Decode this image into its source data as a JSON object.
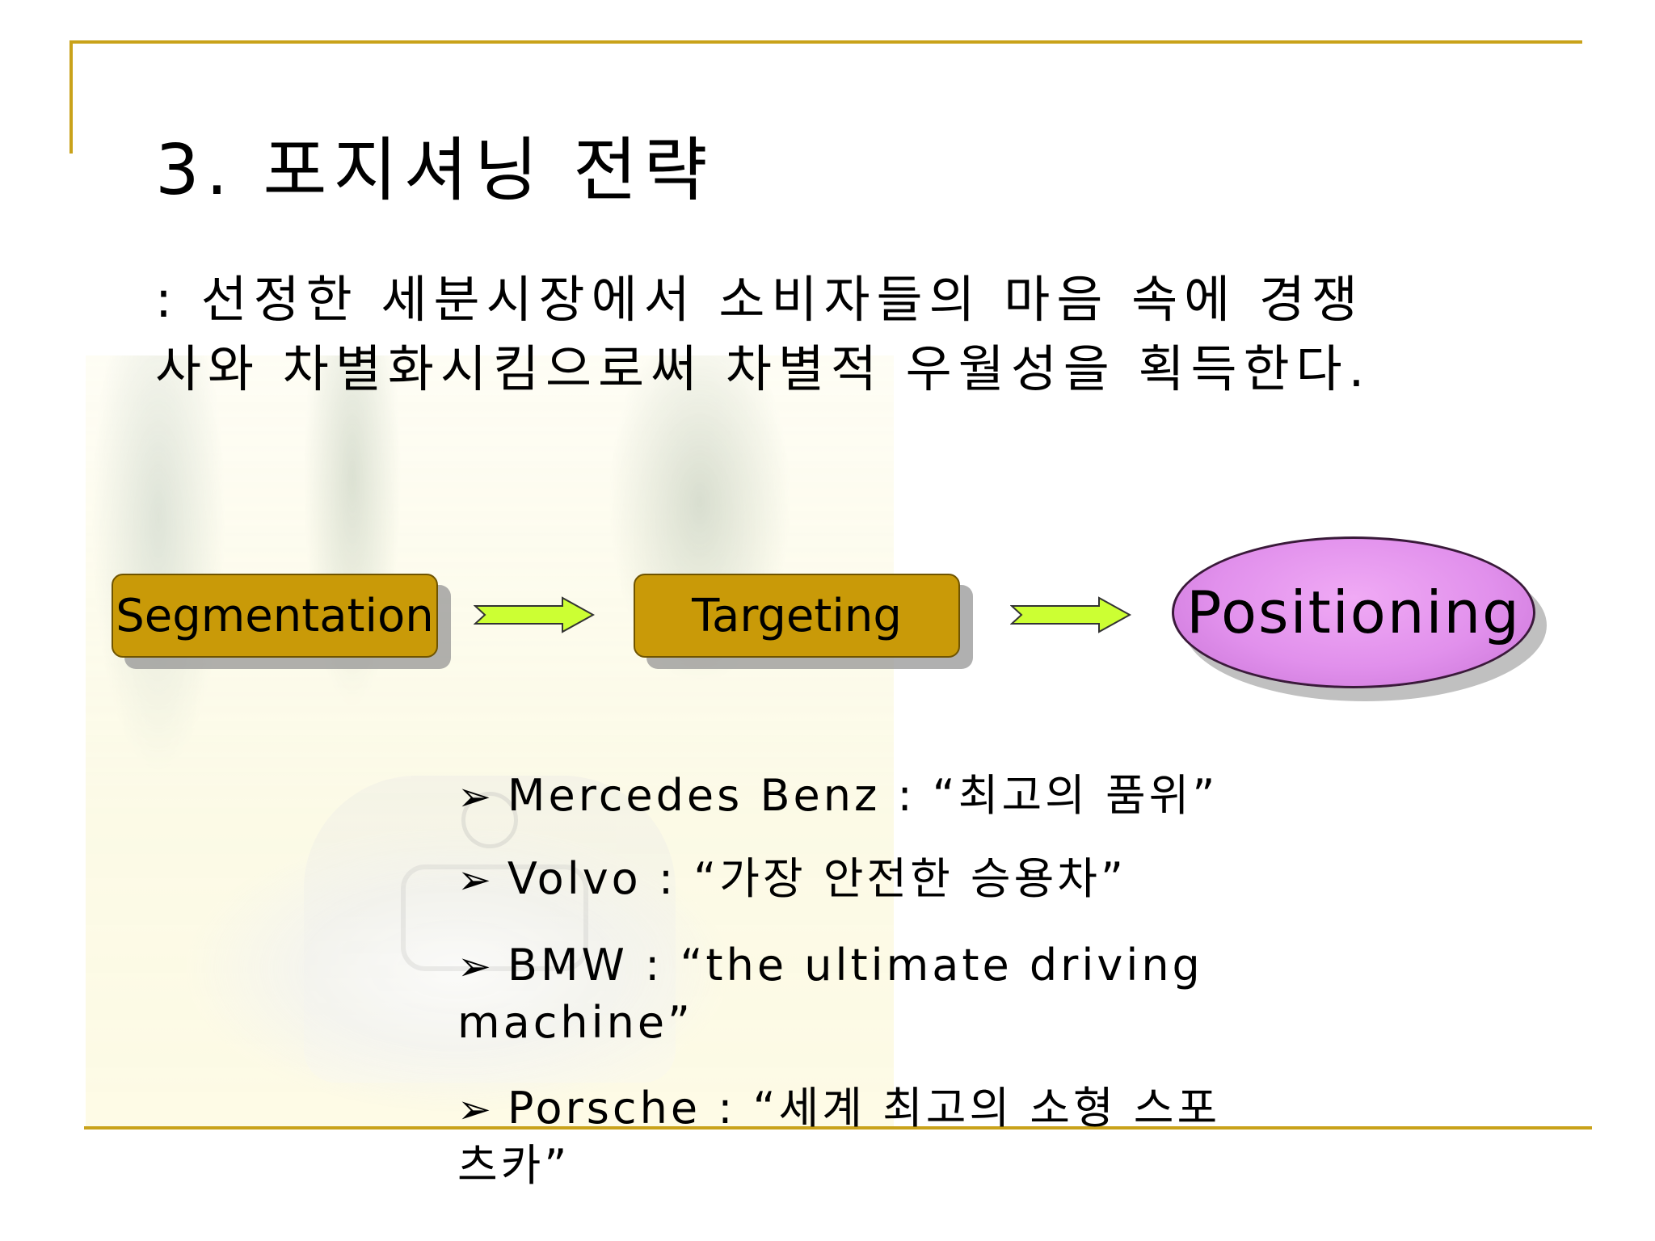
{
  "slide": {
    "title": "3.  포지셔닝 전략",
    "subtitle": ": 선정한 세분시장에서 소비자들의 마음 속에 경쟁\n사와 차별화시킴으로써 차별적 우월성을 획득한다.",
    "flow": {
      "step1": "Segmentation",
      "step2": "Targeting",
      "step3": "Positioning"
    },
    "bullet_marker": "➢",
    "bullets": [
      "Mercedes Benz : “최고의 품위”",
      "Volvo : “가장 안전한 승용차”",
      "BMW : “the ultimate driving\nmachine”",
      "Porsche : “세계 최고의 소형 스포\n츠카”"
    ]
  },
  "colors": {
    "frame_gold": "#c9a21a",
    "box_fill": "#c99a08",
    "arrow_fill": "#ccff33",
    "ellipse_fill": "#e190ec"
  }
}
